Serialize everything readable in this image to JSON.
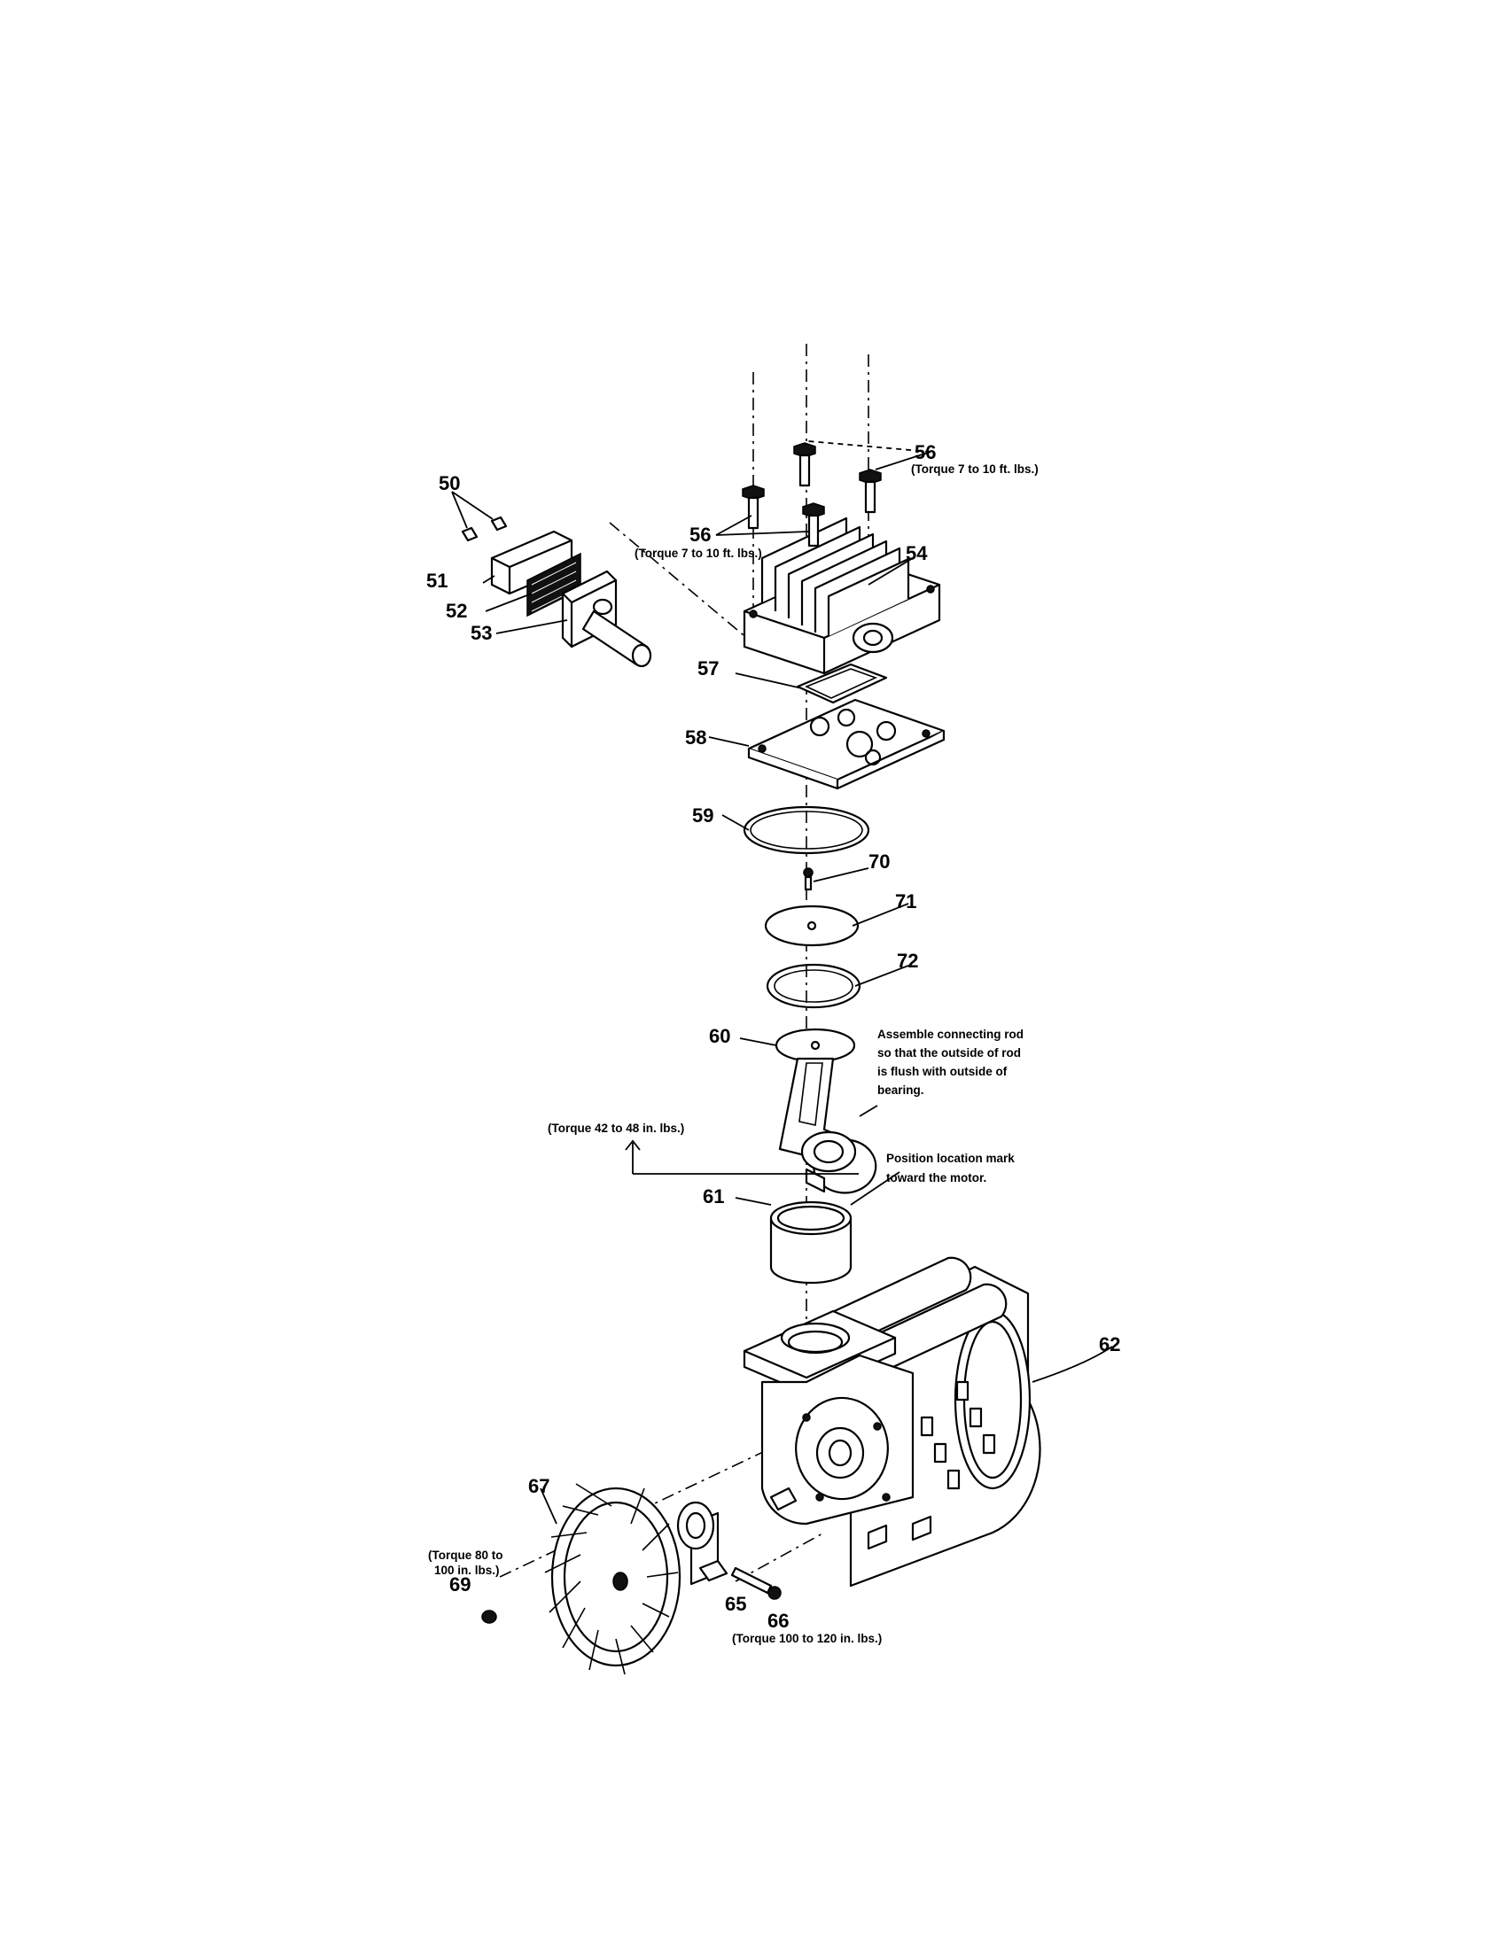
{
  "parts": [
    {
      "id": "p50",
      "label": "50"
    },
    {
      "id": "p51",
      "label": "51"
    },
    {
      "id": "p52",
      "label": "52"
    },
    {
      "id": "p53",
      "label": "53"
    },
    {
      "id": "p54",
      "label": "54"
    },
    {
      "id": "p56a",
      "label": "56"
    },
    {
      "id": "p56b",
      "label": "56"
    },
    {
      "id": "p57",
      "label": "57"
    },
    {
      "id": "p58",
      "label": "58"
    },
    {
      "id": "p59",
      "label": "59"
    },
    {
      "id": "p70",
      "label": "70"
    },
    {
      "id": "p71",
      "label": "71"
    },
    {
      "id": "p72",
      "label": "72"
    },
    {
      "id": "p60",
      "label": "60"
    },
    {
      "id": "p61",
      "label": "61"
    },
    {
      "id": "p62",
      "label": "62"
    },
    {
      "id": "p67",
      "label": "67"
    },
    {
      "id": "p69",
      "label": "69"
    },
    {
      "id": "p65",
      "label": "65"
    },
    {
      "id": "p66",
      "label": "66"
    }
  ],
  "notes": {
    "torque_56_top": "(Torque 7 to 10 ft. lbs.)",
    "torque_56_left": "(Torque 7 to 10 ft. lbs.)",
    "assemble_rod": [
      "Assemble connecting rod",
      "so that the outside of  rod",
      "is flush with outside of",
      "bearing."
    ],
    "torque_42": "(Torque 42 to 48 in. lbs.)",
    "position_mark": [
      "Position location mark",
      "toward the motor."
    ],
    "torque_80": [
      "(Torque 80 to",
      "100 in. lbs.)"
    ],
    "torque_100": "(Torque 100 to 120 in. lbs.)"
  }
}
